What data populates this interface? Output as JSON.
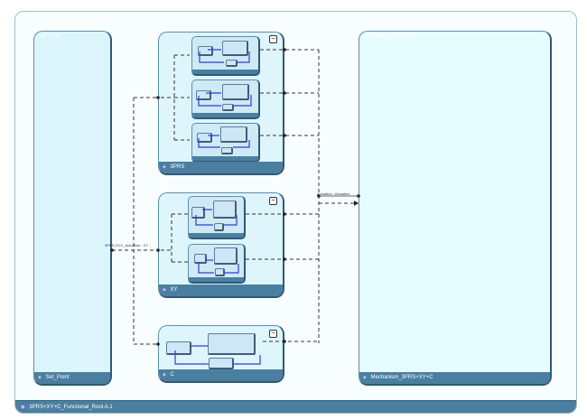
{
  "root": {
    "title": "3PRS+XY+C_Functional_Root A.1"
  },
  "blocks": {
    "set_point": {
      "header": "Set_Point",
      "footer": "Set_Point",
      "icon": "function-icon"
    },
    "prs3": {
      "footer": "3PRS",
      "icon": "function-icon",
      "collapse_label": "−"
    },
    "xy": {
      "footer": "XY",
      "icon": "function-icon",
      "collapse_label": "−"
    },
    "c": {
      "footer": "C",
      "icon": "function-icon",
      "collapse_label": "−"
    },
    "mechanism": {
      "header": "Mechanism_3PRS+XY+C",
      "footer": "Mechanism_3PRS+XY+C",
      "icon": "function-icon"
    }
  },
  "flows": {
    "set_point_out": "3PRS,XY,C_Actuation : XY",
    "actuation_in": "Actuation : Actuation"
  },
  "colors": {
    "footer": "#4a7fa0",
    "block_fill": "#dff5fc",
    "wire": "#333333",
    "inner_wire": "#2b3fd6"
  }
}
